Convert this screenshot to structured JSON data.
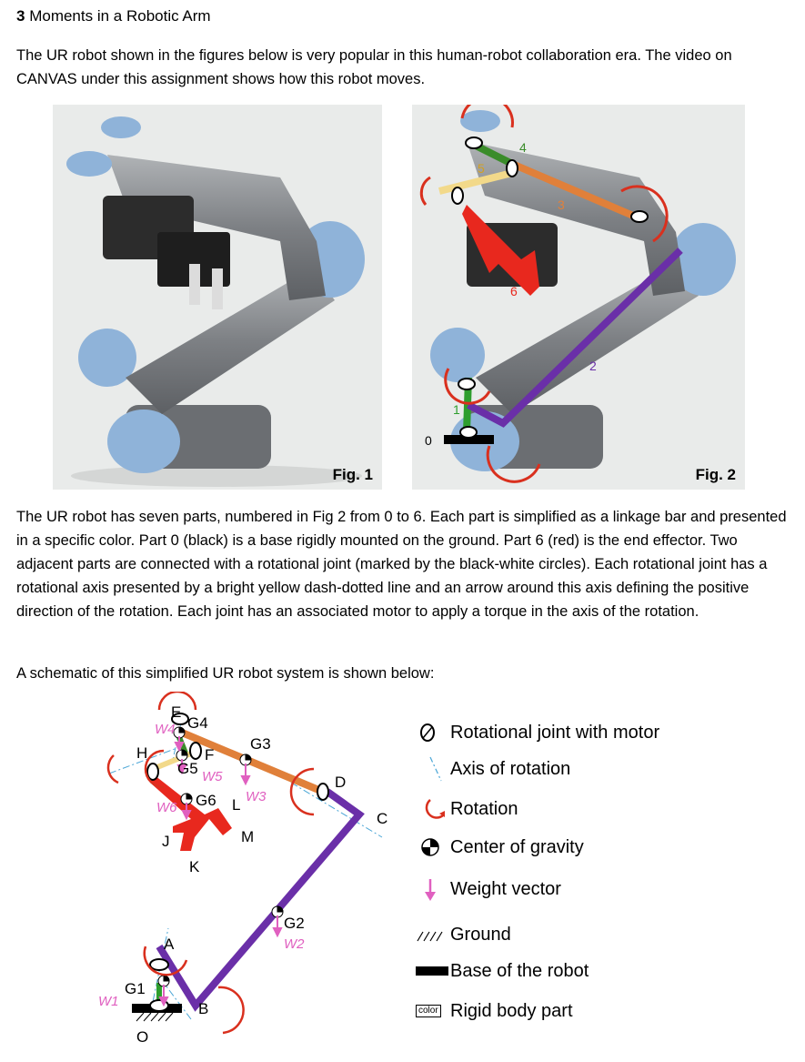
{
  "heading": {
    "number": "3",
    "title": "Moments in a Robotic Arm"
  },
  "intro": "The UR robot shown in the figures below is very popular in this human-robot collaboration era.  The video on CANVAS under this assignment shows how this robot moves.",
  "figures": {
    "fig1_caption": "Fig. 1",
    "fig2_caption": "Fig. 2",
    "fig2_part_labels": [
      "0",
      "1",
      "2",
      "3",
      "4",
      "5",
      "6"
    ]
  },
  "description": "The UR robot has seven parts, numbered in Fig 2 from 0 to 6.  Each part is simplified as a linkage bar and presented in a specific color.  Part 0 (black) is a base rigidly mounted on the ground.  Part 6 (red) is the end effector.  Two adjacent parts are connected with a rotational joint (marked by the black-white circles).  Each rotational joint has a rotational axis presented by a bright yellow dash-dotted line and an arrow around this axis defining the positive direction of the rotation. Each joint has an associated motor to apply a torque in the axis of the rotation.",
  "schematic_intro": "A schematic of this simplified UR robot system is shown below:",
  "schematic": {
    "points": [
      "E",
      "F",
      "H",
      "J",
      "K",
      "L",
      "M",
      "D",
      "C",
      "A",
      "B",
      "O"
    ],
    "centers": [
      "G1",
      "G2",
      "G3",
      "G4",
      "G5",
      "G6"
    ],
    "weights": [
      "W1",
      "W2",
      "W3",
      "W4",
      "W5",
      "W6"
    ]
  },
  "legend": [
    {
      "icon": "rotational-joint-icon",
      "label": "Rotational joint with motor"
    },
    {
      "icon": "axis-of-rotation-icon",
      "label": "Axis of rotation"
    },
    {
      "icon": "rotation-arrow-icon",
      "label": "Rotation"
    },
    {
      "icon": "center-of-gravity-icon",
      "label": "Center of gravity"
    },
    {
      "icon": "weight-vector-icon",
      "label": "Weight vector"
    },
    {
      "icon": "ground-hatch-icon",
      "label": "Ground"
    },
    {
      "icon": "robot-base-icon",
      "label": "Base of the robot"
    },
    {
      "icon": "rigid-body-part-icon",
      "label": "Rigid body part",
      "icon_text": "color"
    }
  ],
  "colors": {
    "part0": "#000000",
    "part1": "#2e9e2e",
    "part2": "#6a2fa8",
    "part3": "#e0803a",
    "part4": "#3a8c2a",
    "part5": "#f2d98a",
    "part6": "#e8281e",
    "weight": "#e060c0",
    "rotation": "#d9301e",
    "axis": "#4aa6d6",
    "link_body": "#8a8c8f",
    "cap": "#8fb3d9"
  }
}
